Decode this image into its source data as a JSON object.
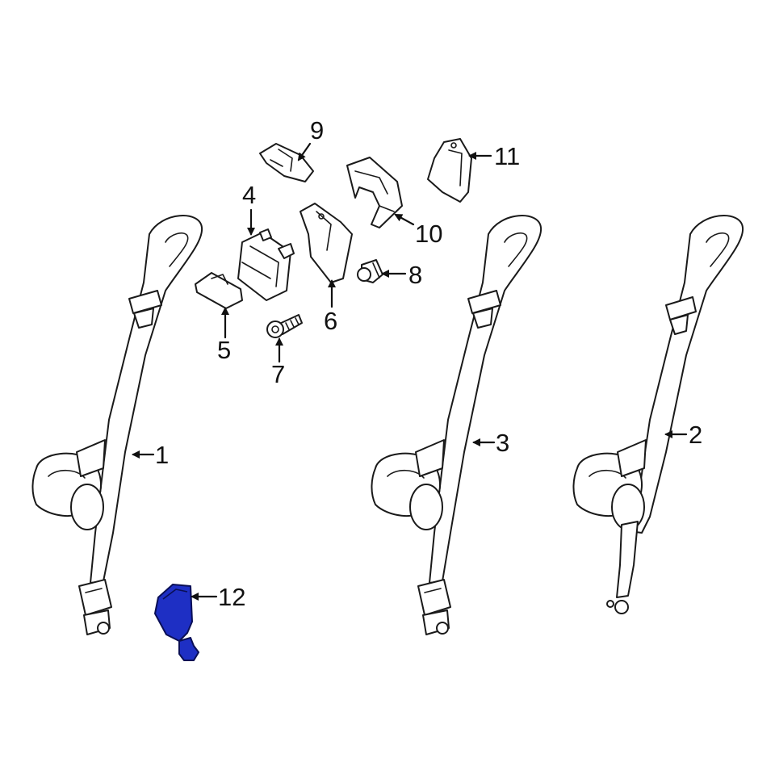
{
  "callouts": [
    {
      "id": "1",
      "label": "1"
    },
    {
      "id": "2",
      "label": "2"
    },
    {
      "id": "3",
      "label": "3"
    },
    {
      "id": "4",
      "label": "4"
    },
    {
      "id": "5",
      "label": "5"
    },
    {
      "id": "6",
      "label": "6"
    },
    {
      "id": "7",
      "label": "7"
    },
    {
      "id": "8",
      "label": "8"
    },
    {
      "id": "9",
      "label": "9"
    },
    {
      "id": "10",
      "label": "10"
    },
    {
      "id": "11",
      "label": "11"
    },
    {
      "id": "12",
      "label": "12"
    }
  ],
  "colors": {
    "line": "#1a1a1a",
    "highlight_fill": "#1e2fc4",
    "highlight_stroke": "#0a0f55",
    "background": "#ffffff"
  },
  "highlighted_part": "12"
}
